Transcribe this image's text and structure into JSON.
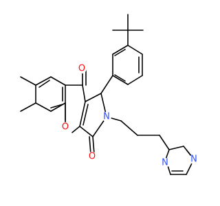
{
  "molecule": {
    "atoms": [
      {
        "symbol": "O",
        "color": "#ff0d0d"
      },
      {
        "symbol": "O",
        "color": "#ff0d0d"
      },
      {
        "symbol": "O",
        "color": "#ff0d0d"
      },
      {
        "symbol": "N",
        "color": "#3050f8"
      },
      {
        "symbol": "N",
        "color": "#3050f8"
      },
      {
        "symbol": "N",
        "color": "#3050f8"
      }
    ]
  }
}
